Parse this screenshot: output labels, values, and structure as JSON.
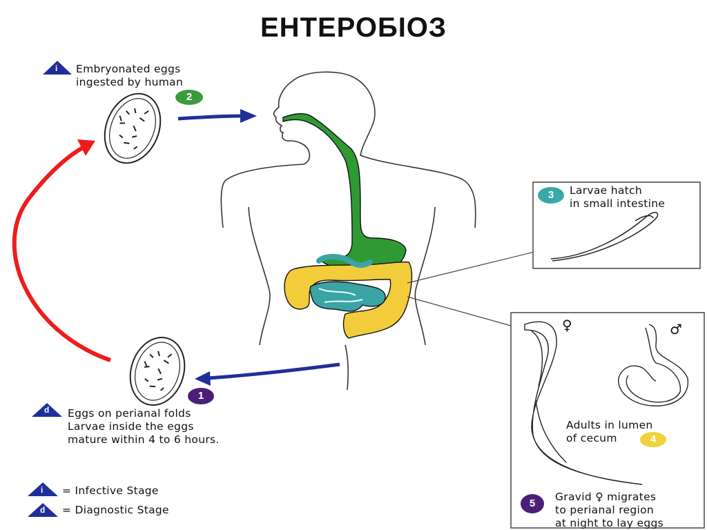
{
  "title": "ЕНТЕРОБІОЗ",
  "steps": {
    "s1": {
      "number": "1",
      "lines": [
        "Eggs on perianal folds",
        "Larvae inside the eggs",
        "mature within 4 to 6 hours."
      ],
      "marker": "d",
      "color": "#4b1f77"
    },
    "s2": {
      "number": "2",
      "lines": [
        "Embryonated eggs",
        "ingested by human"
      ],
      "marker": "i",
      "color": "#3c9a3c"
    },
    "s3": {
      "number": "3",
      "lines": [
        "Larvae hatch",
        "in small intestine"
      ],
      "color": "#3aa8a8"
    },
    "s4": {
      "number": "4",
      "lines": [
        "Adults in lumen",
        "of cecum"
      ],
      "color": "#f1d23a",
      "female_symbol": "♀",
      "male_symbol": "♂"
    },
    "s5": {
      "number": "5",
      "lines": [
        "Gravid ♀ migrates",
        "to perianal region",
        "at night to lay eggs"
      ],
      "color": "#4b1f77"
    }
  },
  "legend": [
    {
      "marker": "i",
      "text": "= Infective Stage"
    },
    {
      "marker": "d",
      "text": "= Diagnostic Stage"
    }
  ],
  "colors": {
    "marker_triangle": "#1f2f9a",
    "arrow_blue": "#1f2f9a",
    "arrow_red": "#ee1c1c",
    "digestive_green": "#2f9a34",
    "colon_yellow": "#f3cc3c",
    "small_intestine_teal": "#3ba4a4"
  }
}
